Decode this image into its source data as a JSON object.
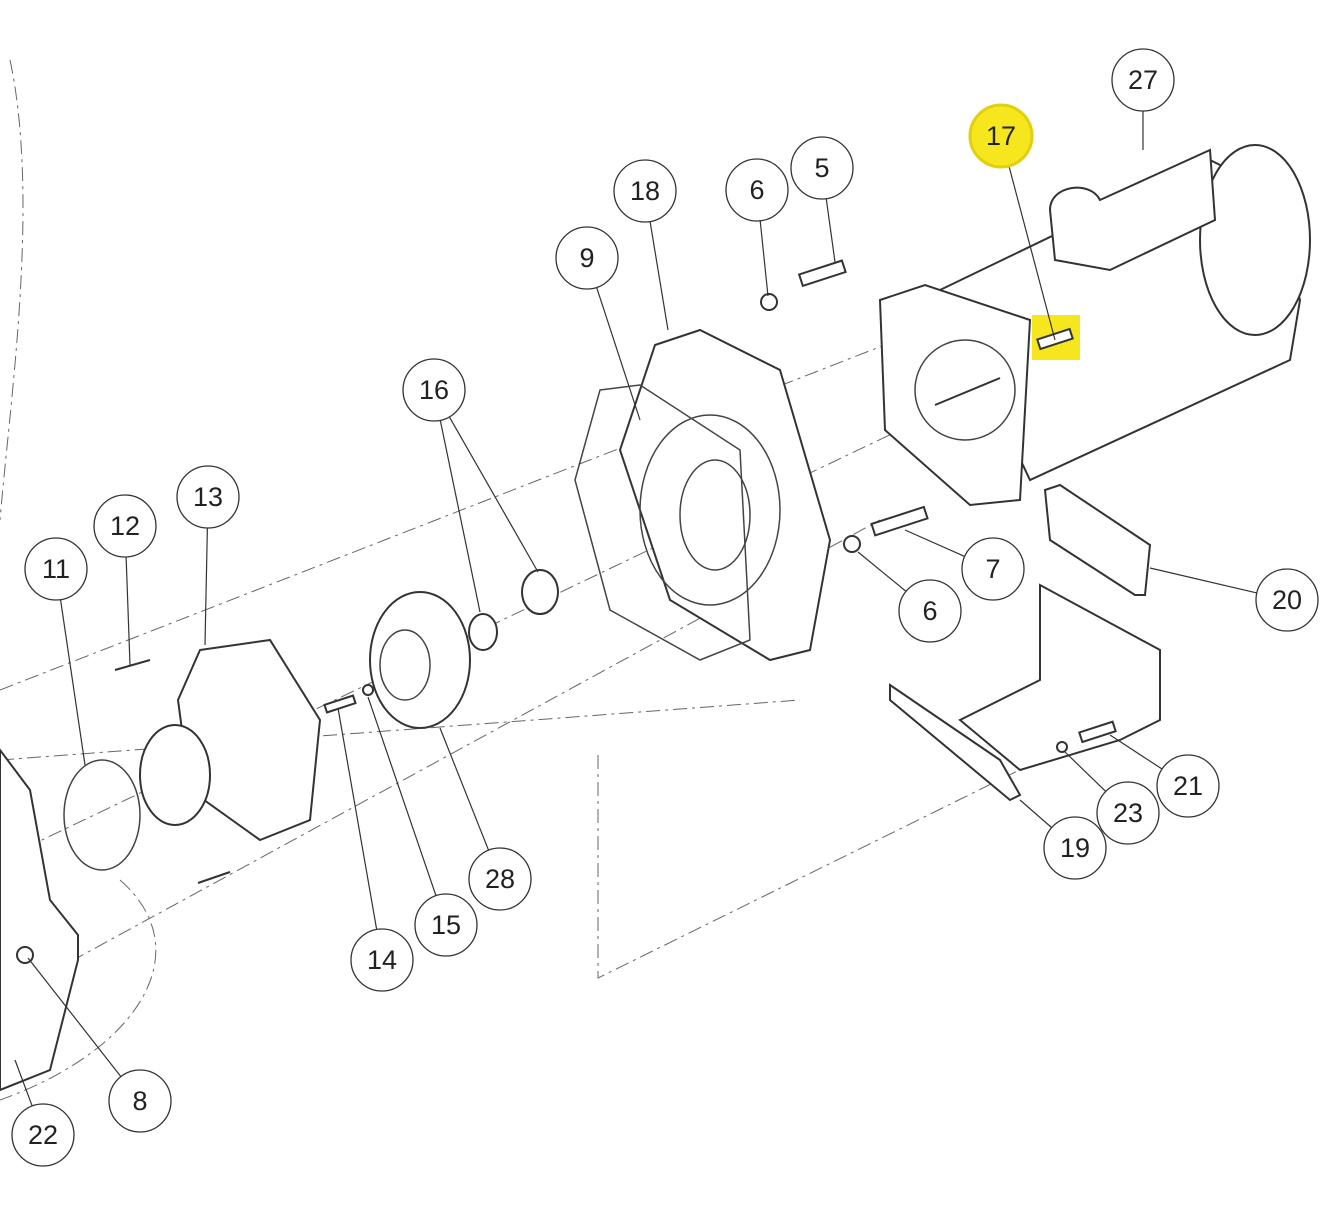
{
  "diagram": {
    "title": "Pump exploded parts diagram",
    "highlight_color": "#f5e61e",
    "callouts": [
      {
        "label": "27",
        "highlighted": false
      },
      {
        "label": "17",
        "highlighted": true
      },
      {
        "label": "18",
        "highlighted": false
      },
      {
        "label": "6",
        "highlighted": false
      },
      {
        "label": "5",
        "highlighted": false
      },
      {
        "label": "9",
        "highlighted": false
      },
      {
        "label": "16",
        "highlighted": false
      },
      {
        "label": "13",
        "highlighted": false
      },
      {
        "label": "12",
        "highlighted": false
      },
      {
        "label": "11",
        "highlighted": false
      },
      {
        "label": "7",
        "highlighted": false
      },
      {
        "label": "6",
        "highlighted": false
      },
      {
        "label": "20",
        "highlighted": false
      },
      {
        "label": "21",
        "highlighted": false
      },
      {
        "label": "23",
        "highlighted": false
      },
      {
        "label": "19",
        "highlighted": false
      },
      {
        "label": "28",
        "highlighted": false
      },
      {
        "label": "15",
        "highlighted": false
      },
      {
        "label": "14",
        "highlighted": false
      },
      {
        "label": "8",
        "highlighted": false
      },
      {
        "label": "22",
        "highlighted": false
      }
    ]
  }
}
